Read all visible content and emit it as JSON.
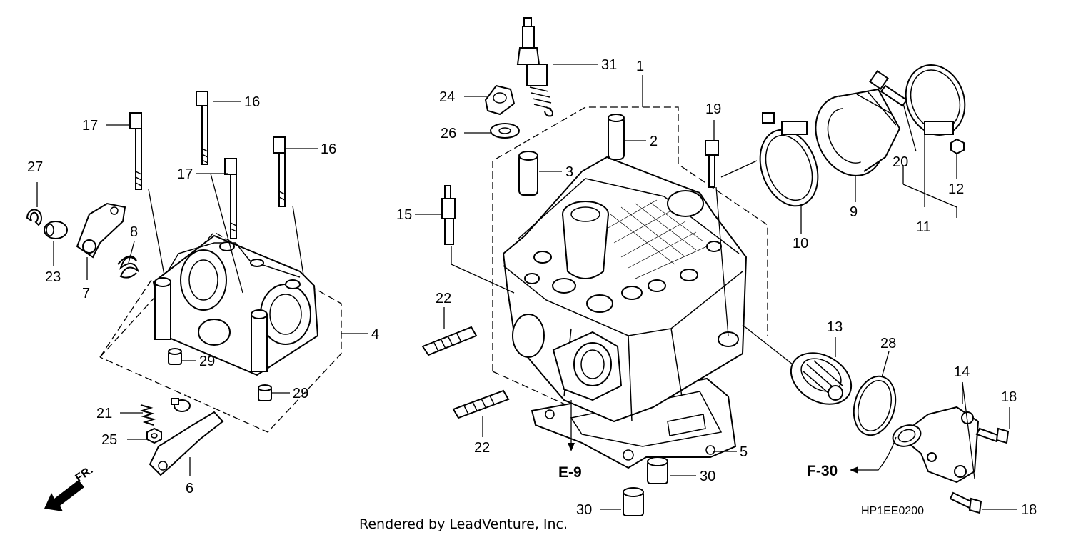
{
  "diagram": {
    "callouts": [
      {
        "id": "c1",
        "text": "1"
      },
      {
        "id": "c2",
        "text": "2"
      },
      {
        "id": "c3",
        "text": "3"
      },
      {
        "id": "c4",
        "text": "4"
      },
      {
        "id": "c5",
        "text": "5"
      },
      {
        "id": "c6",
        "text": "6"
      },
      {
        "id": "c7",
        "text": "7"
      },
      {
        "id": "c8",
        "text": "8"
      },
      {
        "id": "c9",
        "text": "9"
      },
      {
        "id": "c10",
        "text": "10"
      },
      {
        "id": "c11",
        "text": "11"
      },
      {
        "id": "c12",
        "text": "12"
      },
      {
        "id": "c13",
        "text": "13"
      },
      {
        "id": "c14",
        "text": "14"
      },
      {
        "id": "c15",
        "text": "15"
      },
      {
        "id": "c16a",
        "text": "16"
      },
      {
        "id": "c16b",
        "text": "16"
      },
      {
        "id": "c17a",
        "text": "17"
      },
      {
        "id": "c17b",
        "text": "17"
      },
      {
        "id": "c18a",
        "text": "18"
      },
      {
        "id": "c18b",
        "text": "18"
      },
      {
        "id": "c19",
        "text": "19"
      },
      {
        "id": "c20",
        "text": "20"
      },
      {
        "id": "c21",
        "text": "21"
      },
      {
        "id": "c22a",
        "text": "22"
      },
      {
        "id": "c22b",
        "text": "22"
      },
      {
        "id": "c23",
        "text": "23"
      },
      {
        "id": "c24",
        "text": "24"
      },
      {
        "id": "c25",
        "text": "25"
      },
      {
        "id": "c26",
        "text": "26"
      },
      {
        "id": "c27",
        "text": "27"
      },
      {
        "id": "c28",
        "text": "28"
      },
      {
        "id": "c29a",
        "text": "29"
      },
      {
        "id": "c29b",
        "text": "29"
      },
      {
        "id": "c30a",
        "text": "30"
      },
      {
        "id": "c30b",
        "text": "30"
      },
      {
        "id": "c31",
        "text": "31"
      }
    ],
    "references": {
      "e9": "E-9",
      "f30": "F-30"
    },
    "front_marker": "FR.",
    "diagram_code": "HP1EE0200",
    "credit": "Rendered by LeadVenture, Inc."
  }
}
